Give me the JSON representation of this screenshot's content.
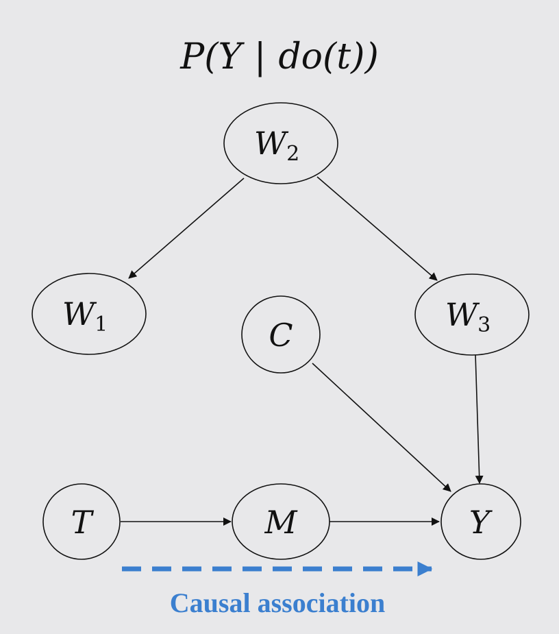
{
  "title": {
    "prefix": "P(Y",
    "bar": "|",
    "suffix": "do(t))"
  },
  "nodes": {
    "w2": {
      "base": "W",
      "sub": "2"
    },
    "w1": {
      "base": "W",
      "sub": "1"
    },
    "w3": {
      "base": "W",
      "sub": "3"
    },
    "c": {
      "base": "C"
    },
    "t": {
      "base": "T"
    },
    "m": {
      "base": "M"
    },
    "y": {
      "base": "Y"
    }
  },
  "caption": "Causal association",
  "colors": {
    "background": "#e8e8ea",
    "node_stroke": "#111111",
    "edge": "#111111",
    "causal_arrow": "#3b7fcf"
  }
}
